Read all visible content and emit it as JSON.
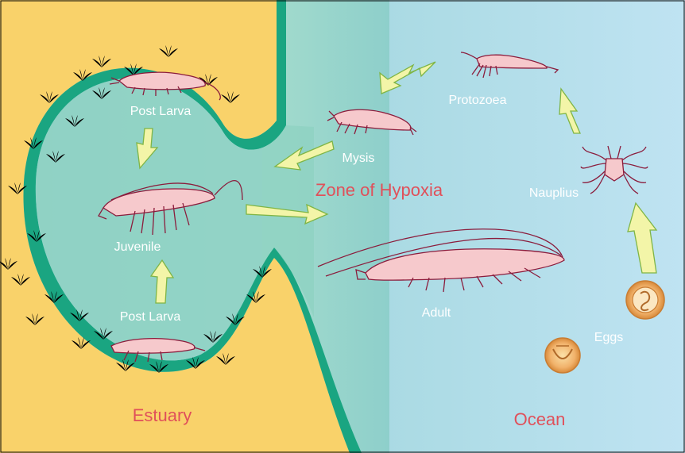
{
  "labels": {
    "post_larva_top": "Post Larva",
    "post_larva_bottom": "Post Larva",
    "juvenile": "Juvenile",
    "mysis": "Mysis",
    "protozoea": "Protozoea",
    "nauplius": "Nauplius",
    "adult": "Adult",
    "eggs": "Eggs",
    "zone": "Zone of Hypoxia",
    "estuary": "Estuary",
    "ocean": "Ocean"
  },
  "colors": {
    "estuary_land": "#f9d26a",
    "estuary_channel": "#1aa581",
    "estuary_water": "#8fd2c2",
    "ocean_shallow": "#9ad7cf",
    "ocean_deep": "#a9cfe2",
    "label_accent": "#e0505a",
    "arrow_fill": "#f3f5a8",
    "shrimp_fill": "#f6c9cc",
    "shrimp_stroke": "#8b1c3c"
  },
  "icons": {
    "seagrass": "seagrass-icon",
    "egg": "egg-icon",
    "arrow": "lifecycle-arrow-icon"
  }
}
